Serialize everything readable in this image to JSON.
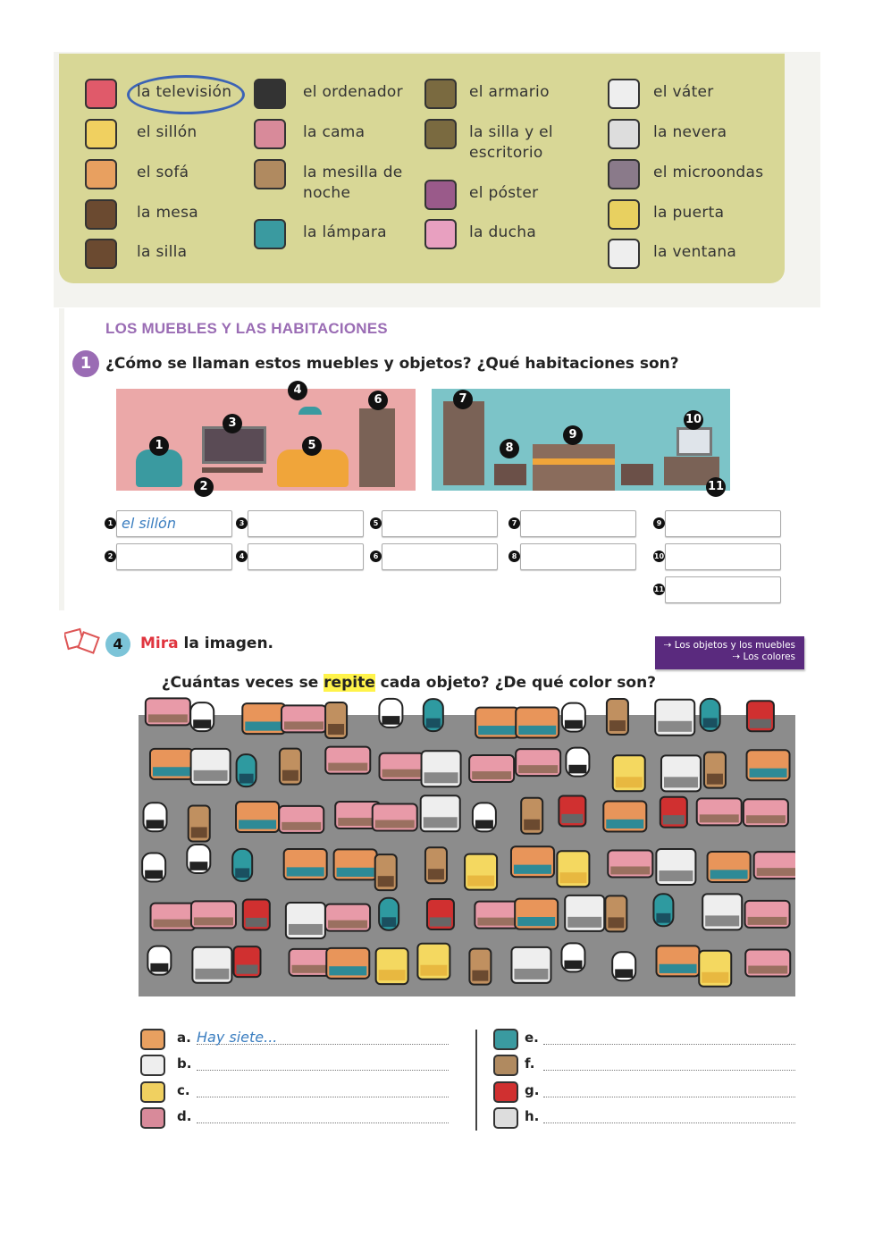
{
  "vocabulary": {
    "items": [
      {
        "label": "la televisión",
        "icon": "tv-icon"
      },
      {
        "label": "el sillón",
        "icon": "armchair-icon"
      },
      {
        "label": "el sofá",
        "icon": "sofa-icon"
      },
      {
        "label": "la mesa",
        "icon": "table-icon"
      },
      {
        "label": "la silla",
        "icon": "chair-icon"
      },
      {
        "label": "el ordenador",
        "icon": "computer-icon"
      },
      {
        "label": "la cama",
        "icon": "bed-icon"
      },
      {
        "label": "la mesilla de noche",
        "icon": "nightstand-icon"
      },
      {
        "label": "la lámpara",
        "icon": "lamp-icon"
      },
      {
        "label": "el armario",
        "icon": "wardrobe-icon"
      },
      {
        "label": "la silla y el escritorio",
        "icon": "desk-icon"
      },
      {
        "label": "el póster",
        "icon": "poster-icon"
      },
      {
        "label": "la ducha",
        "icon": "shower-icon"
      },
      {
        "label": "el váter",
        "icon": "toilet-icon"
      },
      {
        "label": "la nevera",
        "icon": "fridge-icon"
      },
      {
        "label": "el microondas",
        "icon": "microwave-icon"
      },
      {
        "label": "la puerta",
        "icon": "door-icon"
      },
      {
        "label": "la ventana",
        "icon": "window-icon"
      }
    ]
  },
  "section": {
    "title": "LOS MUEBLES Y LAS HABITACIONES"
  },
  "exercise1": {
    "number": "1",
    "question": "¿Cómo se llaman estos muebles y objetos? ¿Qué habitaciones son?",
    "room_labels": [
      "1",
      "2",
      "3",
      "4",
      "5",
      "6",
      "7",
      "8",
      "9",
      "10",
      "11"
    ],
    "answers": [
      {
        "n": "1",
        "value": "el sillón"
      },
      {
        "n": "2",
        "value": ""
      },
      {
        "n": "3",
        "value": ""
      },
      {
        "n": "4",
        "value": ""
      },
      {
        "n": "5",
        "value": ""
      },
      {
        "n": "6",
        "value": ""
      },
      {
        "n": "7",
        "value": ""
      },
      {
        "n": "8",
        "value": ""
      },
      {
        "n": "9",
        "value": ""
      },
      {
        "n": "10",
        "value": ""
      },
      {
        "n": "11",
        "value": ""
      }
    ]
  },
  "exercise4": {
    "number": "4",
    "verb": "Mira",
    "line1_rest": " la imagen.",
    "line2_before": "¿Cuántas veces se ",
    "line2_highlight": "repite",
    "line2_after": " cada objeto? ¿De qué color son?",
    "reference": [
      "⇢ Los objetos y los muebles",
      "⇢ Los colores"
    ],
    "answers": [
      {
        "letter": "a.",
        "value": "Hay siete...",
        "icon": "sofa-icon"
      },
      {
        "letter": "b.",
        "value": "",
        "icon": "toilet-icon"
      },
      {
        "letter": "c.",
        "value": "",
        "icon": "armchair-icon"
      },
      {
        "letter": "d.",
        "value": "",
        "icon": "bed-icon"
      },
      {
        "letter": "e.",
        "value": "",
        "icon": "lamp-icon"
      },
      {
        "letter": "f.",
        "value": "",
        "icon": "nightstand-icon"
      },
      {
        "letter": "g.",
        "value": "",
        "icon": "vacuum-icon"
      },
      {
        "letter": "h.",
        "value": "",
        "icon": "fridge-icon"
      }
    ]
  },
  "colors": {
    "vocab_bg": "#d8d796",
    "purple": "#9a6cb4",
    "pink_room": "#eba8a8",
    "teal_room": "#7cc4c8",
    "ref_bg": "#5a2a7e",
    "highlight": "#fff34a",
    "mira": "#e0353f"
  }
}
